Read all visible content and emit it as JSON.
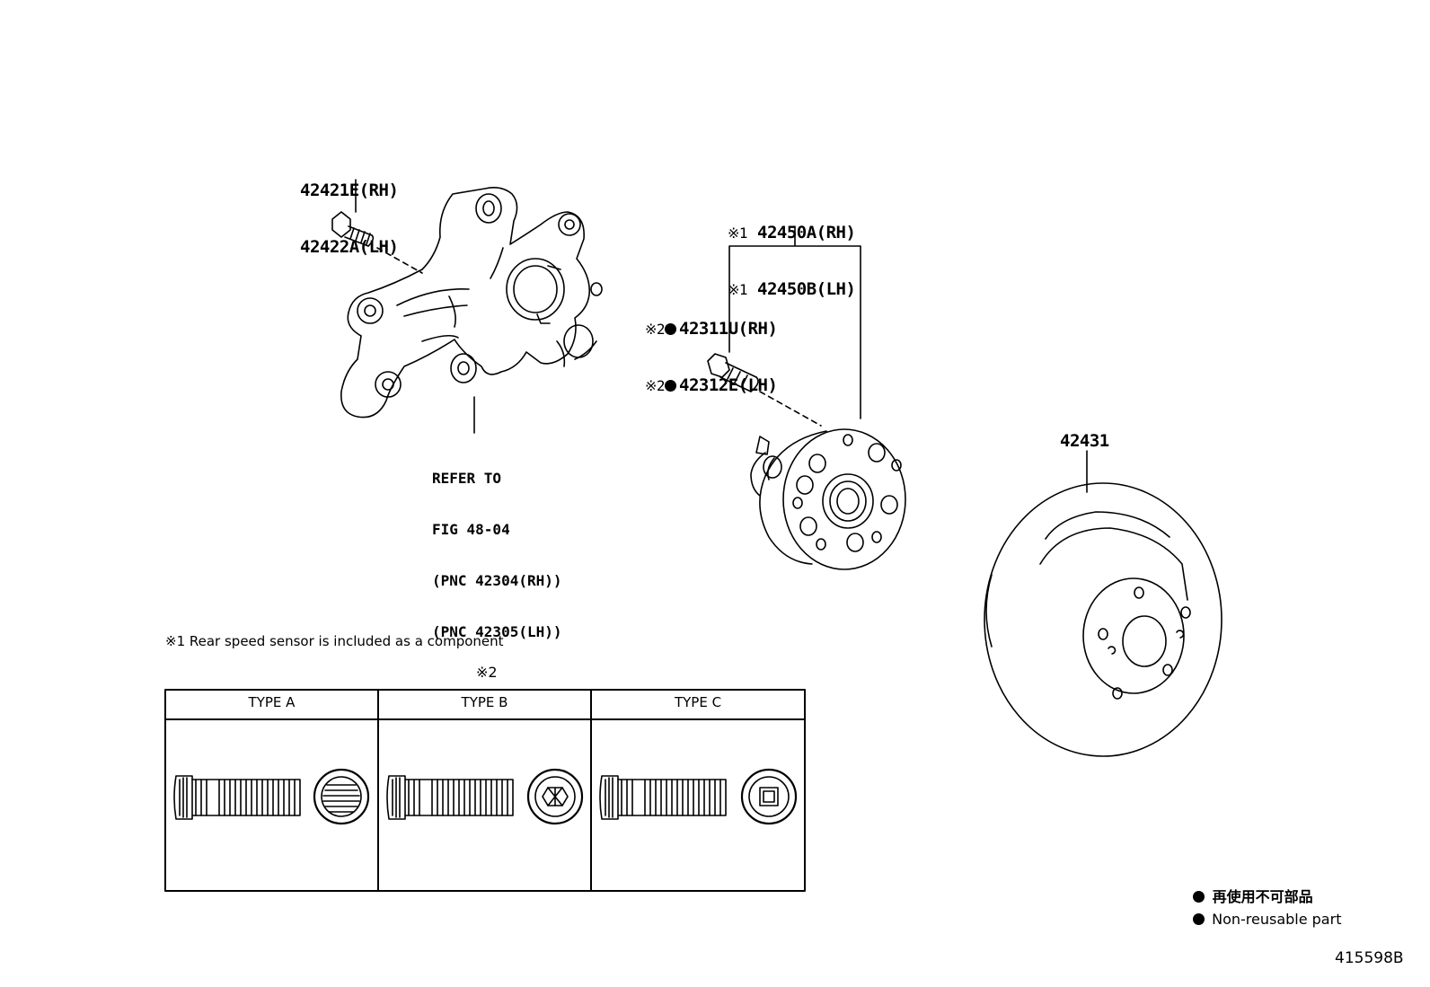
{
  "callouts": {
    "knuckle_bolt": [
      "42421E(RH)",
      "42422A(LH)"
    ],
    "hub_assembly": {
      "mark": "※1",
      "lines": [
        "42450A(RH)",
        "42450B(LH)"
      ]
    },
    "hub_bolt": {
      "mark": "※2",
      "lines": [
        "42311U(RH)",
        "42312E(LH)"
      ]
    },
    "disc": "42431",
    "refer": [
      "REFER TO",
      "FIG 48-04",
      "(PNC 42304(RH))",
      "(PNC 42305(LH))"
    ]
  },
  "notes": {
    "note1": "※1 Rear speed sensor is included as a component",
    "table_mark": "※2"
  },
  "table": {
    "columns": [
      "TYPE A",
      "TYPE B",
      "TYPE C"
    ],
    "head_icons": [
      "serrated-stud-ring-head-icon",
      "hex-socket-head-icon",
      "square-socket-head-icon"
    ]
  },
  "legend": {
    "jp": "再使用不可部品",
    "en": "Non-reusable part"
  },
  "figure_id": "415598B"
}
